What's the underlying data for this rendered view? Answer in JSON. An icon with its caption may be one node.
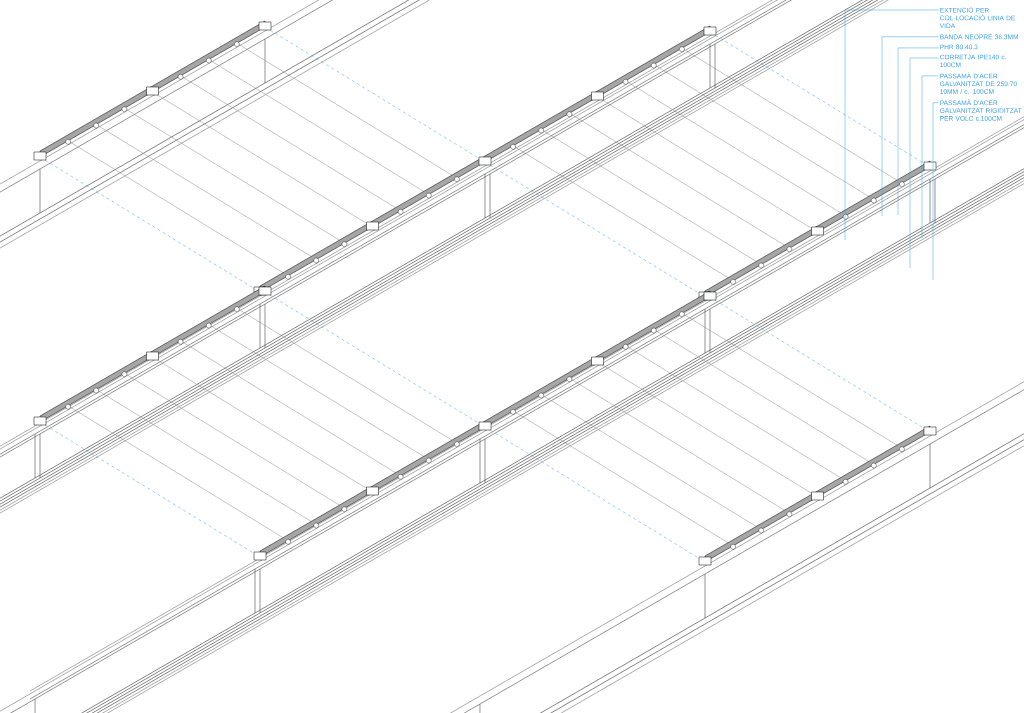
{
  "diagram": {
    "nodes": [
      {
        "text": [
          "EXTENCIÓ PER COL·LOCACIÓ LINIA DE VIDA"
        ]
      },
      {
        "text": [
          "BANDA NEOPRÈ 36.3MM"
        ]
      },
      {
        "text": [
          "PHR 80.40.3"
        ]
      },
      {
        "text": [
          "CORRETJA IPE140 c. 100CM"
        ]
      },
      {
        "text": [
          "PASSAMÀ D'ACER GALVANITZAT DE 259.70 10MM / c. 100CM"
        ]
      },
      {
        "text": [
          "PASSAMÀ D'ACER GALVANITZAT RIGIDITZAT PER VOLC c.100CM"
        ]
      }
    ],
    "edges": [
      {
        "from": 0,
        "to": null,
        "arrow": "none"
      },
      {
        "from": 1,
        "to": null,
        "arrow": "none"
      },
      {
        "from": 2,
        "to": null,
        "arrow": "none"
      },
      {
        "from": 3,
        "to": null,
        "arrow": "none"
      },
      {
        "from": 4,
        "to": null,
        "arrow": "none"
      },
      {
        "from": 5,
        "to": null,
        "arrow": "none"
      }
    ]
  }
}
